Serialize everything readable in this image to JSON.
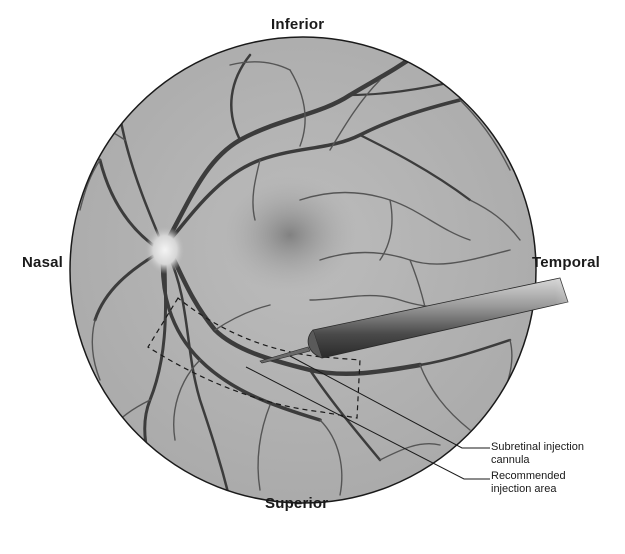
{
  "labels": {
    "top": "Inferior",
    "bottom": "Superior",
    "left": "Nasal",
    "right": "Temporal"
  },
  "callouts": {
    "cannula": [
      "Subretinal injection",
      "cannula"
    ],
    "area": [
      "Recommended",
      "injection area"
    ]
  },
  "colors": {
    "fundus": "#b4b4b4",
    "vessel": "#3c3c3c",
    "outline": "#1a1a1a"
  }
}
